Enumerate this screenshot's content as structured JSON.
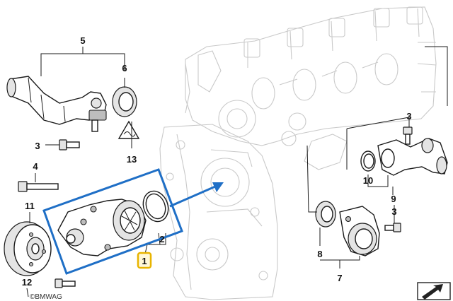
{
  "diagram": {
    "callouts": {
      "c1": "1",
      "c2": "2",
      "c3a": "3",
      "c3b": "3",
      "c3c": "3",
      "c4": "4",
      "c5": "5",
      "c6": "6",
      "c7": "7",
      "c8": "8",
      "c9": "9",
      "c10": "10",
      "c11": "11",
      "c12": "12",
      "c13": "13"
    },
    "watermark": "©BMWAG",
    "highlight_color": "#1f6fc6",
    "selected_color": "#e8b400",
    "selected_part": "1"
  }
}
